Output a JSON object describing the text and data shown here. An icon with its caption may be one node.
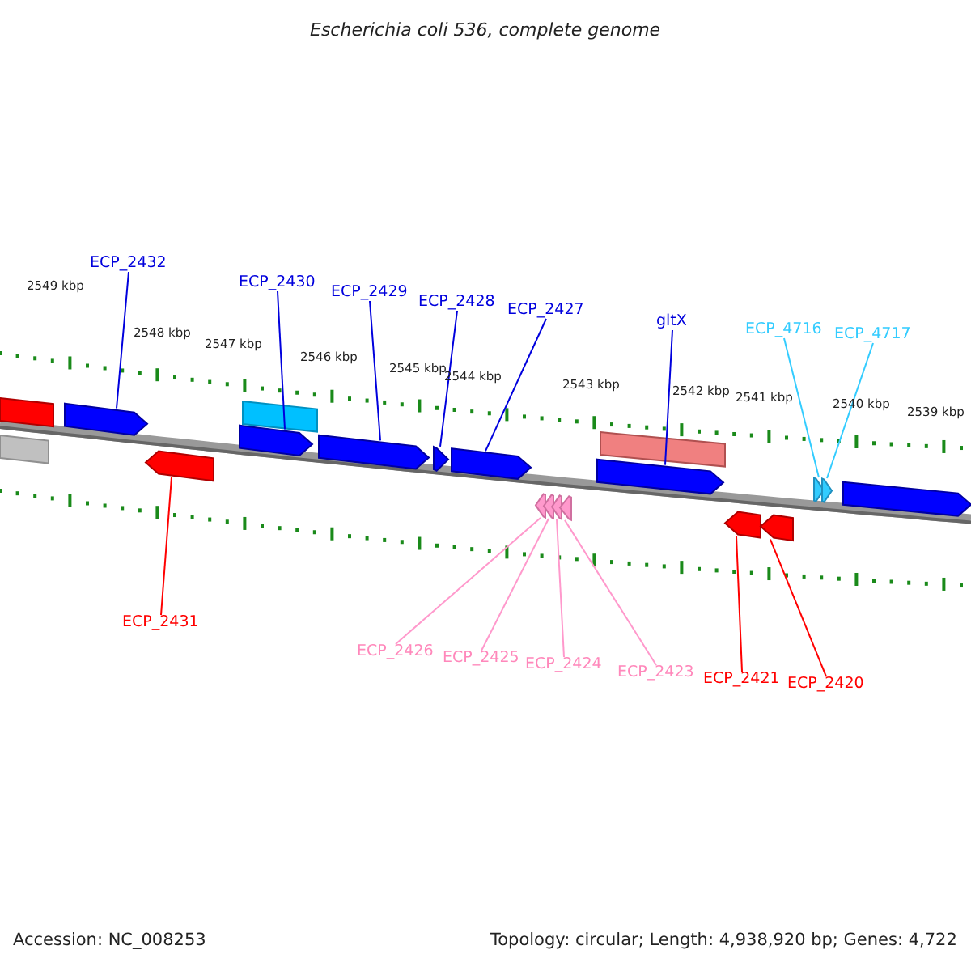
{
  "diagram": {
    "title": "Escherichia coli 536, complete genome",
    "nodes": [
      {
        "text": [
          "ECP_2432"
        ]
      },
      {
        "text": [
          "ECP_2430"
        ]
      },
      {
        "text": [
          "ECP_2429"
        ]
      },
      {
        "text": [
          "ECP_2428"
        ]
      },
      {
        "text": [
          "ECP_2427"
        ]
      },
      {
        "text": [
          "gltX"
        ]
      },
      {
        "text": [
          "ECP_4716"
        ]
      },
      {
        "text": [
          "ECP_4717"
        ]
      },
      {
        "text": [
          "ECP_2431"
        ]
      },
      {
        "text": [
          "ECP_2426"
        ]
      },
      {
        "text": [
          "ECP_2425"
        ]
      },
      {
        "text": [
          "ECP_2424"
        ]
      },
      {
        "text": [
          "ECP_2423"
        ]
      },
      {
        "text": [
          "ECP_2421"
        ]
      },
      {
        "text": [
          "ECP_2420"
        ]
      },
      {
        "text": [],
        "shape": "bar"
      },
      {
        "text": [],
        "shape": "bar"
      },
      {
        "text": [],
        "shape": "arrow"
      },
      {
        "text": [],
        "shape": "arrow"
      },
      {
        "text": [],
        "shape": "arrow"
      },
      {
        "text": [],
        "shape": "bar"
      },
      {
        "text": [],
        "shape": "arrow"
      },
      {
        "text": [],
        "shape": "arrow"
      },
      {
        "text": [],
        "shape": "arrow"
      },
      {
        "text": [],
        "shape": "arrow"
      },
      {
        "text": [],
        "shape": "arrow"
      },
      {
        "text": [],
        "shape": "arrow"
      },
      {
        "text": [],
        "shape": "arrow"
      },
      {
        "text": [],
        "shape": "arrow"
      },
      {
        "text": [],
        "shape": "bar"
      },
      {
        "text": [],
        "shape": "arrow"
      },
      {
        "text": [],
        "shape": "arrow"
      },
      {
        "text": [],
        "shape": "arrow"
      },
      {
        "text": [],
        "shape": "arrow"
      },
      {
        "text": [],
        "shape": "arrow"
      }
    ],
    "edges": [
      {
        "from": 0,
        "to": 17,
        "arrow": "none"
      },
      {
        "from": 1,
        "to": 19,
        "arrow": "none"
      },
      {
        "from": 2,
        "to": 21,
        "arrow": "none"
      },
      {
        "from": 3,
        "to": 22,
        "arrow": "none"
      },
      {
        "from": 4,
        "to": 23,
        "arrow": "none"
      },
      {
        "from": 5,
        "to": 28,
        "arrow": "none"
      },
      {
        "from": 6,
        "to": 32,
        "arrow": "none",
        "color": "#33ccff"
      },
      {
        "from": 7,
        "to": 33,
        "arrow": "none",
        "color": "#33ccff"
      },
      {
        "from": 8,
        "to": 18,
        "arrow": "none",
        "color": "#ff0000"
      },
      {
        "from": 9,
        "to": 24,
        "arrow": "none",
        "color": "#ff99cc"
      },
      {
        "from": 10,
        "to": 25,
        "arrow": "none",
        "color": "#ff99cc"
      },
      {
        "from": 11,
        "to": 26,
        "arrow": "none",
        "color": "#ff99cc"
      },
      {
        "from": 12,
        "to": 27,
        "arrow": "none",
        "color": "#ff99cc"
      },
      {
        "from": 13,
        "to": 30,
        "arrow": "none",
        "color": "#ff0000"
      },
      {
        "from": 14,
        "to": 31,
        "arrow": "none",
        "color": "#ff0000"
      }
    ],
    "labels": [
      "2549 kbp",
      "2548 kbp",
      "2547 kbp",
      "2546 kbp",
      "2545 kbp",
      "2544 kbp",
      "2543 kbp",
      "2542 kbp",
      "2541 kbp",
      "2540 kbp",
      "2539 kbp",
      "Accession: NC_008253",
      "Topology: circular; Length: 4,938,920 bp; Genes: 4,722"
    ]
  }
}
